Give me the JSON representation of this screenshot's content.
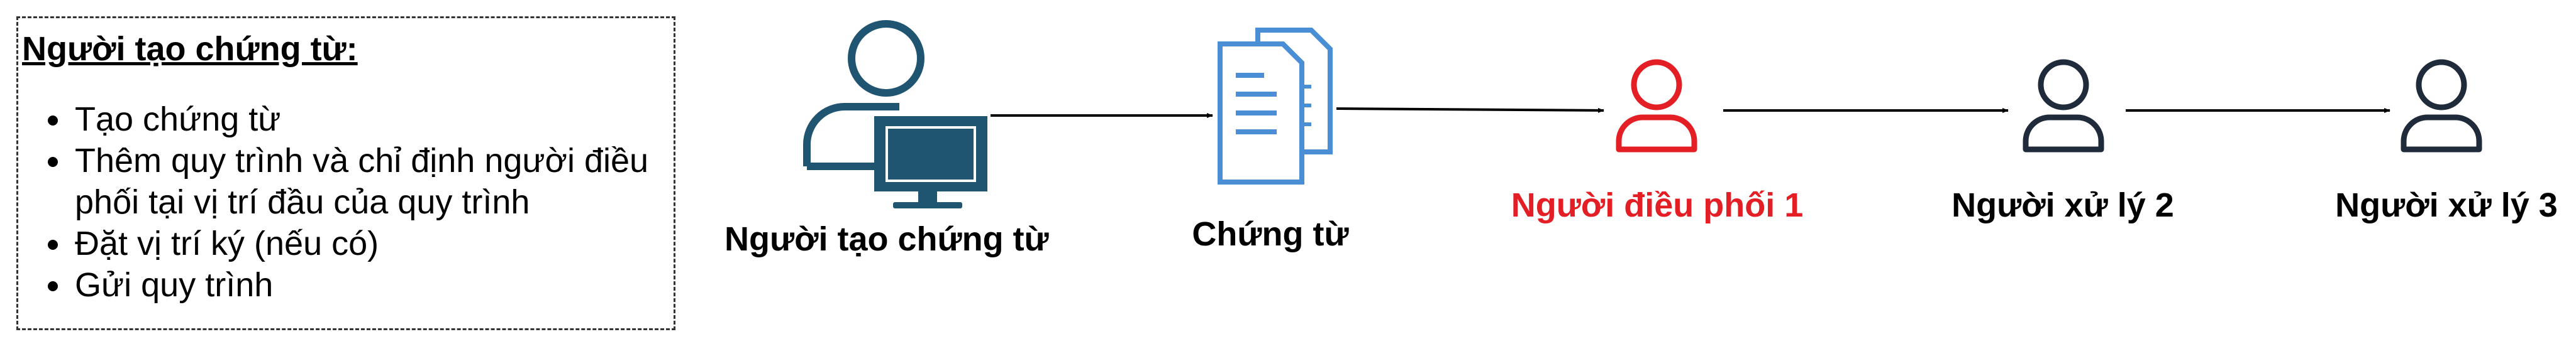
{
  "note": {
    "title": "Người tạo chứng từ:",
    "items": [
      "Tạo chứng từ",
      "Thêm quy trình và chỉ định người điều phối tại vị trí đầu của quy trình",
      "Đặt vị trí ký (nếu có)",
      "Gửi quy trình"
    ]
  },
  "nodes": {
    "creator": {
      "label": "Người tạo chứng từ",
      "icon": "person-at-computer-icon"
    },
    "document": {
      "label": "Chứng từ",
      "icon": "documents-icon"
    },
    "coordinator": {
      "label": "Người điều phối 1",
      "icon": "user-icon",
      "color": "#e31e24"
    },
    "handler2": {
      "label": "Người xử lý 2",
      "icon": "user-icon"
    },
    "handler3": {
      "label": "Người xử lý 3",
      "icon": "user-icon"
    }
  },
  "colors": {
    "creator_icon": "#1f5570",
    "document_icon": "#4a8fd6",
    "user_icon": "#1f2a3a",
    "coordinator": "#e31e24",
    "arrow": "#000000"
  }
}
